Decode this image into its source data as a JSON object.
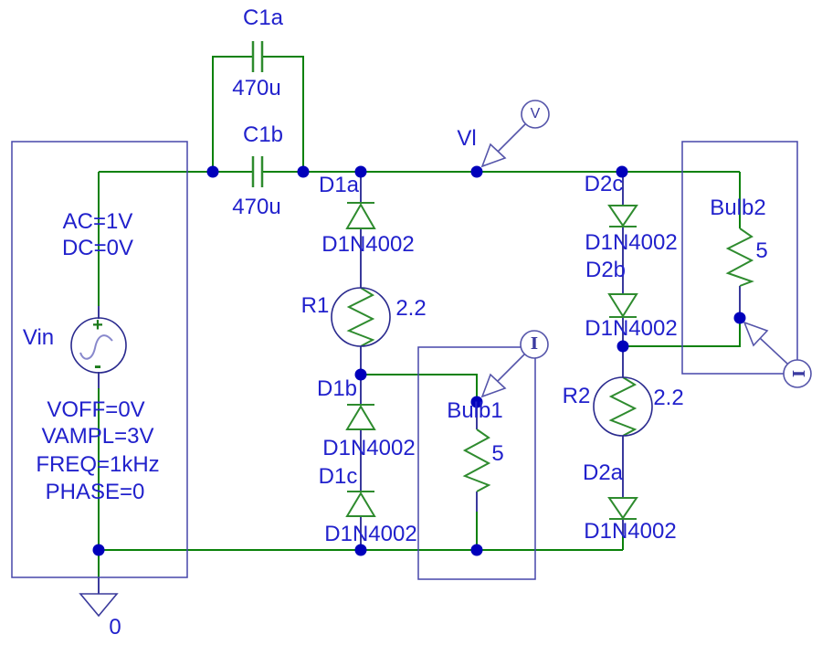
{
  "colors": {
    "wire_green": "#0a810a",
    "component_green": "#2e8b2e",
    "part_outline_blue": "#2a2a8e",
    "selection_box_blue": "#4646aa",
    "text_blue": "#2121cc",
    "junction_dot_blue": "#0000bb"
  },
  "parts": {
    "c1a": {
      "ref": "C1a",
      "value": "470u"
    },
    "c1b": {
      "ref": "C1b",
      "value": "470u"
    },
    "vin": {
      "ref": "Vin",
      "ac": "AC=1V",
      "dc": "DC=0V",
      "voff": "VOFF=0V",
      "vampl": "VAMPL=3V",
      "freq": "FREQ=1kHz",
      "phase": "PHASE=0",
      "plus": "+",
      "minus": "-"
    },
    "d1a": {
      "ref": "D1a",
      "model": "D1N4002"
    },
    "d1b": {
      "ref": "D1b",
      "model": "D1N4002"
    },
    "d1c": {
      "ref": "D1c",
      "model": "D1N4002"
    },
    "d2a": {
      "ref": "D2a",
      "model": "D1N4002"
    },
    "d2b": {
      "ref": "D2b",
      "model": "D1N4002"
    },
    "d2c": {
      "ref": "D2c",
      "model": "D1N4002"
    },
    "r1": {
      "ref": "R1",
      "value": "2.2"
    },
    "r2": {
      "ref": "R2",
      "value": "2.2"
    },
    "bulb1": {
      "ref": "Bulb1",
      "value": "5"
    },
    "bulb2": {
      "ref": "Bulb2",
      "value": "5"
    }
  },
  "net_label": "Vl",
  "ground_label": "0",
  "probes": {
    "voltage_marker": "V",
    "current_marker_bulb1": "I",
    "current_marker_bulb2": "I"
  }
}
